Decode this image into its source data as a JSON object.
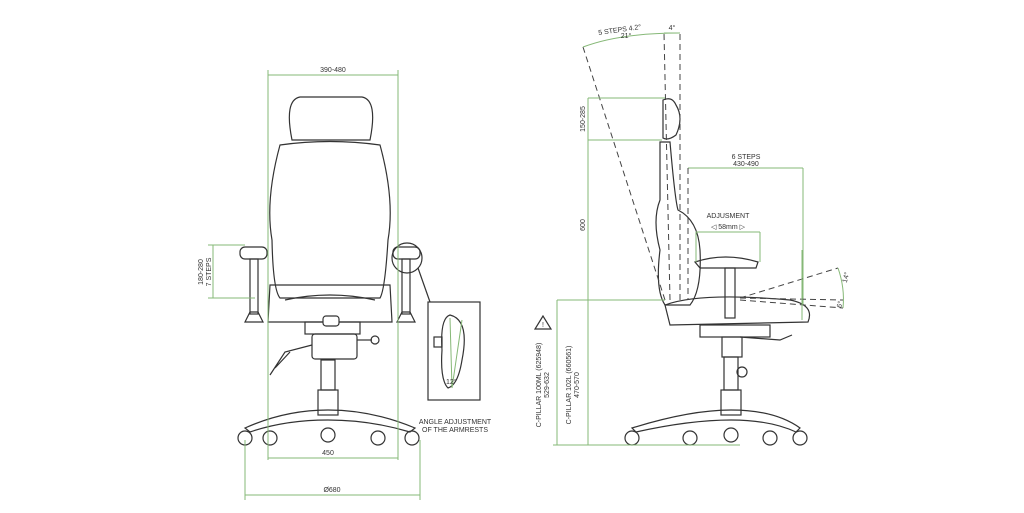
{
  "front_view": {
    "width_label": "390-480",
    "armrest_height_label": "180-280",
    "armrest_steps_label": "7 STEPS",
    "seat_width_label": "450",
    "base_diameter_label": "Ø680",
    "armrest_angle_caption_line1": "ANGLE ADJUSTMENT",
    "armrest_angle_caption_line2": "OF THE ARMRESTS",
    "armrest_angle_label": "12°"
  },
  "side_view": {
    "tilt_steps_label": "5 STEPS 4.2°",
    "tilt_total_label": "21°",
    "headrest_tilt_label": "4°",
    "headrest_height_label": "150-285",
    "back_height_label": "600",
    "depth_steps_label": "6 STEPS",
    "depth_range_label": "430-490",
    "adjustment_label": "ADJUSMENT",
    "adjustment_range_label": "◁ 58mm ▷",
    "seat_tilt_up_label": "14°",
    "seat_tilt_down_label": "6°",
    "warning_icon_label": "!",
    "pillar_1_label": "C-PILLAR 100ML (625948)",
    "pillar_1_range": "529-632",
    "pillar_2_label": "C-PILLAR 102L (660561)",
    "pillar_2_range": "470-570"
  },
  "colors": {
    "dimension_lines": "#86b877",
    "drawing_lines": "#333333"
  }
}
